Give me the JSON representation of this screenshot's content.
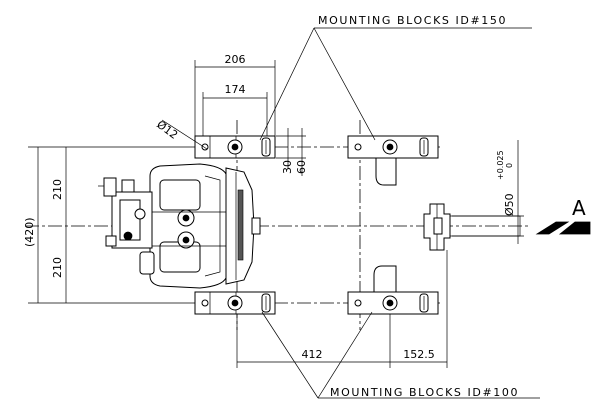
{
  "labels": {
    "mounting_top": "MOUNTING BLOCKS ID#150",
    "mounting_bottom": "MOUNTING BLOCKS ID#100",
    "view_arrow": "A"
  },
  "dimensions": {
    "d206": "206",
    "d174": "174",
    "dia12": "Ø12",
    "d30": "30",
    "d60": "60",
    "d420": "(420)",
    "d210_top": "210",
    "d210_bottom": "210",
    "d412": "412",
    "d152_5": "152.5",
    "shaft_dia": "Ø50",
    "tol_upper": "+0.025",
    "tol_lower": "0"
  }
}
